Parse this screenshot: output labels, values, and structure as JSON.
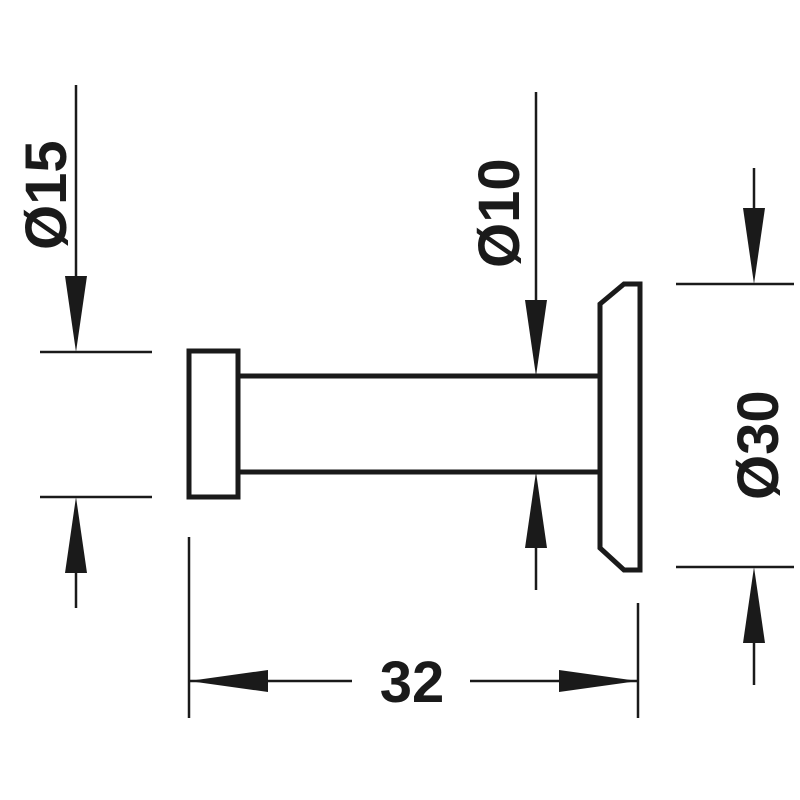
{
  "dimensions": {
    "cap_diameter": "Ø15",
    "stem_diameter": "Ø10",
    "base_diameter": "Ø30",
    "length": "32"
  },
  "colors": {
    "line": "#1a1a1a",
    "background": "#ffffff"
  }
}
